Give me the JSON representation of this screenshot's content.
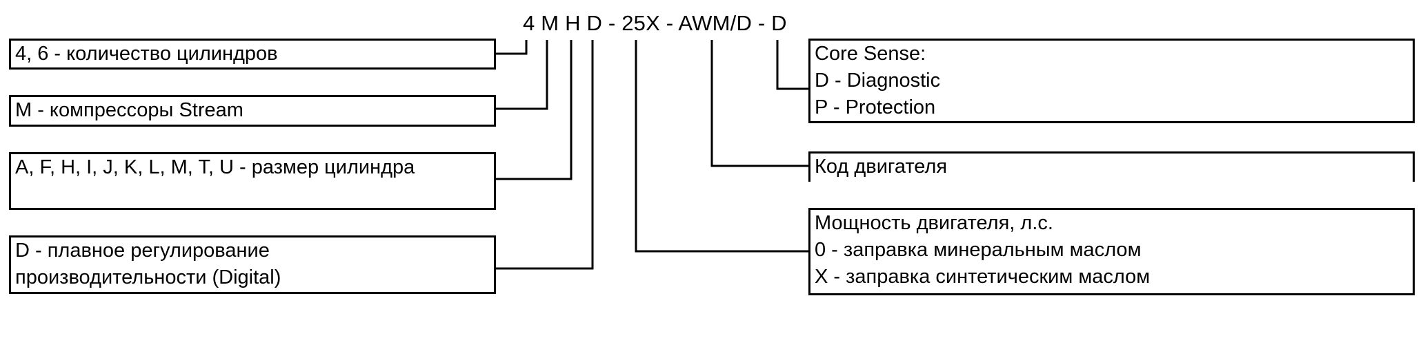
{
  "model_code": "4 M H D - 25X - AWM/D - D",
  "left_boxes": [
    {
      "lines": [
        "4, 6 - количество цилиндров"
      ]
    },
    {
      "lines": [
        "M - компрессоры Stream"
      ]
    },
    {
      "lines": [
        "A, F, H, I, J, K, L, M, T, U - размер цилиндра"
      ]
    },
    {
      "lines": [
        "D - плавное регулирование",
        "производительности (Digital)"
      ]
    }
  ],
  "right_boxes": [
    {
      "lines": [
        "Core Sense:",
        "D - Diagnostic",
        "P - Protection"
      ]
    },
    {
      "lines": [
        "Код двигателя"
      ]
    },
    {
      "lines": [
        "Мощность двигателя, л.с.",
        "0 - заправка минеральным маслом",
        "X - заправка синтетическим маслом"
      ]
    }
  ]
}
